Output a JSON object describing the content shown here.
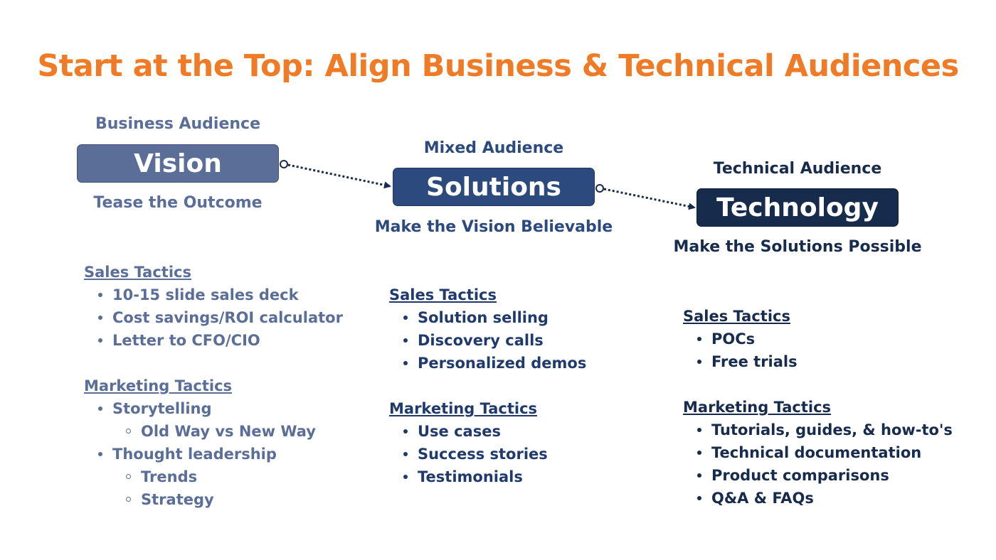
{
  "title": "Start at the Top: Align Business & Technical Audiences",
  "colors": {
    "title": "#f07b27",
    "vision": "#5a6e98",
    "solutions": "#2c4a7d",
    "technology": "#172b4d"
  },
  "columns": [
    {
      "audience": "Business Audience",
      "stage": "Vision",
      "subtitle": "Tease the Outcome",
      "sales_heading": "Sales Tactics",
      "sales": [
        "10-15 slide sales deck",
        "Cost savings/ROI calculator",
        "Letter to CFO/CIO"
      ],
      "marketing_heading": "Marketing Tactics",
      "marketing": [
        {
          "text": "Storytelling",
          "children": [
            "Old Way vs New Way"
          ]
        },
        {
          "text": "Thought leadership",
          "children": [
            "Trends",
            "Strategy"
          ]
        }
      ]
    },
    {
      "audience": "Mixed Audience",
      "stage": "Solutions",
      "subtitle": "Make the Vision Believable",
      "sales_heading": "Sales Tactics",
      "sales": [
        "Solution selling",
        "Discovery calls",
        "Personalized demos"
      ],
      "marketing_heading": "Marketing Tactics",
      "marketing": [
        "Use cases",
        "Success stories",
        "Testimonials"
      ]
    },
    {
      "audience": "Technical Audience",
      "stage": "Technology",
      "subtitle": "Make the Solutions Possible",
      "sales_heading": "Sales Tactics",
      "sales": [
        "POCs",
        "Free trials"
      ],
      "marketing_heading": "Marketing Tactics",
      "marketing": [
        "Tutorials, guides, & how-to's",
        "Technical documentation",
        "Product comparisons",
        "Q&A & FAQs"
      ]
    }
  ]
}
